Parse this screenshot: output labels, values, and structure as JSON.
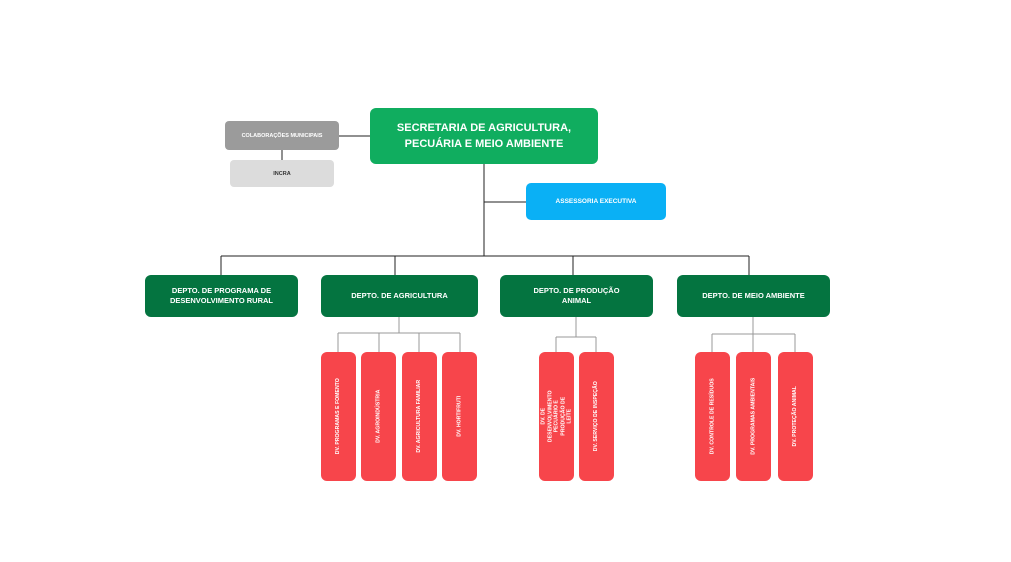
{
  "colors": {
    "primary_green": "#10ad5f",
    "dept_green": "#047440",
    "advisory_blue": "#0ab0f5",
    "division_red": "#f7454b",
    "gray_dark": "#9b9b9b",
    "gray_light": "#dcdcdc"
  },
  "root": {
    "label": "SECRETARIA DE AGRICULTURA, PECUÁRIA E MEIO AMBIENTE"
  },
  "side": {
    "colaboracoes": "COLABORAÇÕES MUNICIPAIS",
    "incra": "INCRA"
  },
  "assessoria": "ASSESSORIA EXECUTIVA",
  "departments": [
    {
      "label": "DEPTO. DE PROGRAMA DE DESENVOLVIMENTO RURAL",
      "divisions": []
    },
    {
      "label": "DEPTO. DE AGRICULTURA",
      "divisions": [
        "DV. PROGRAMAS E FOMENTO",
        "DV. AGROINDÚSTRIA",
        "DV. AGRICULTURA FAMILIAR",
        "DV. HORTIFRUTI"
      ]
    },
    {
      "label": "DEPTO. DE PRODUÇÃO ANIMAL",
      "divisions": [
        "DV. DE DESENVOLVIMENTO PECUÁRIO E PRODUÇÃO DE LEITE",
        "DV. SERVIÇO DE INSPEÇÃO"
      ]
    },
    {
      "label": "DEPTO. DE MEIO AMBIENTE",
      "divisions": [
        "DV. CONTROLE DE RESÍDUOS",
        "DV. PROGRAMAS AMBIENTAIS",
        "DV. PROTEÇÃO ANIMAL"
      ]
    }
  ]
}
